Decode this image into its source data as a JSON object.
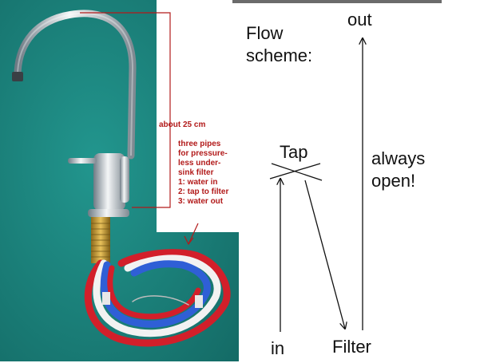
{
  "photo": {
    "annotation_length": "about 25 cm",
    "annotation_pipes": [
      "three pipes",
      "for pressure-",
      "less under-",
      "sink filter",
      "1: water in",
      "2: tap to filter",
      "3: water out"
    ]
  },
  "scheme": {
    "title_lines": [
      "Flow",
      "scheme:"
    ],
    "label_out": "out",
    "label_tap": "Tap",
    "label_always_lines": [
      "always",
      "open!"
    ],
    "label_in": "in",
    "label_filter": "Filter"
  },
  "colors": {
    "background": "#1d8a83",
    "annotation_red": "#b21a1a",
    "pipe_red": "#d21f2a",
    "pipe_blue": "#2f5fd6",
    "pipe_white": "#f2f2f2",
    "brass": "#c99a2e"
  }
}
